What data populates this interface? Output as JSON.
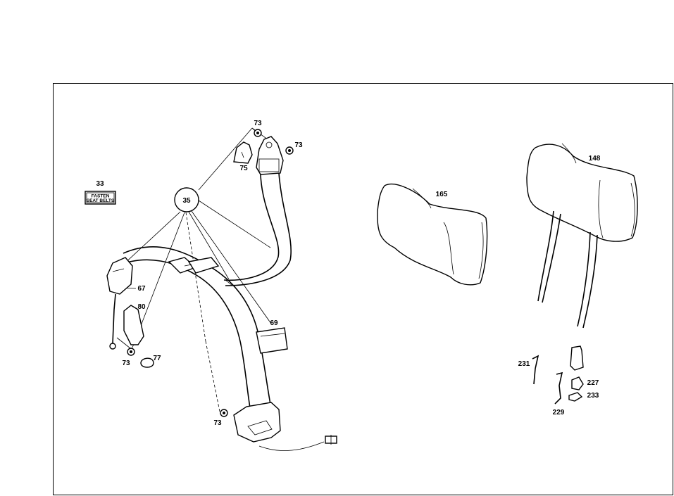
{
  "diagram": {
    "labels": {
      "p33": "33",
      "p35": "35",
      "p67": "67",
      "p69": "69",
      "p73a": "73",
      "p73b": "73",
      "p73c": "73",
      "p73d": "73",
      "p75": "75",
      "p77": "77",
      "p80": "80",
      "p148": "148",
      "p165": "165",
      "p227": "227",
      "p229": "229",
      "p231": "231",
      "p233": "233"
    },
    "badge": {
      "line1": "FASTEN",
      "line2": "SEAT BELTS"
    }
  }
}
